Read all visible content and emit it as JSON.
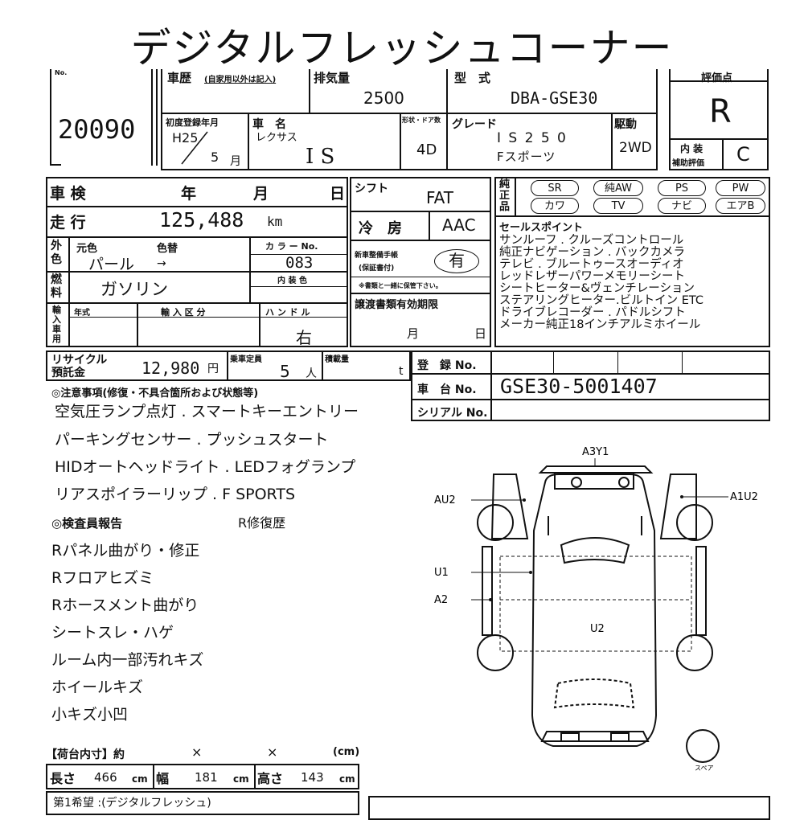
{
  "header": {
    "title": "デジタルフレッシュコーナー",
    "no_label": "No.",
    "lot_number": "20090",
    "eval_label": "評価点",
    "eval_score": "R"
  },
  "row1": {
    "history_label": "車歴",
    "history_note": "(自家用以外は記入)",
    "displacement_label": "排気量",
    "displacement": "2500",
    "model_label": "型　式",
    "model": "DBA-GSE30"
  },
  "row2": {
    "first_reg_label": "初度登録年月",
    "first_reg_year": "H25",
    "first_reg_month": "5",
    "month_unit": "月",
    "name_label": "車　名",
    "maker": "レクサス",
    "name": "I S",
    "shape_label": "形状・ドア数",
    "doors": "4D",
    "grade_label": "グレード",
    "grade_1": "I S 2 5 0",
    "grade_2": "Fスポーツ",
    "drive_label": "駆動",
    "drive": "2WD",
    "interior_label": "内 装",
    "interior_sub": "補助評価",
    "interior_score": "C"
  },
  "inspection": {
    "label": "車 検",
    "year": "年",
    "month": "月",
    "day": "日"
  },
  "mileage": {
    "label": "走 行",
    "value": "125,488",
    "unit": "km"
  },
  "color": {
    "side_label": "外色",
    "orig_label": "元色",
    "change_label": "色替",
    "orig": "パール",
    "arrow": "→",
    "code_label": "カ ラ ー No.",
    "code": "083"
  },
  "fuel": {
    "side_label": "燃料",
    "value": "ガソリン",
    "interior_color_label": "内 装 色"
  },
  "import": {
    "side_label": "輸入車用",
    "year_label": "年式",
    "class_label": "輸 入 区 分",
    "handle_label": "ハ ン ド ル",
    "handle": "右"
  },
  "shift": {
    "label": "シフト",
    "value": "FAT"
  },
  "ac": {
    "label": "冷　房",
    "value": "AAC"
  },
  "manual": {
    "label_1": "新車整備手帳",
    "label_2": "(保証書付)",
    "value": "有",
    "note": "※書類と一緒に保管下さい。"
  },
  "transfer": {
    "label": "譲渡書類有効期限",
    "month": "月",
    "day": "日"
  },
  "options": {
    "side_label": "純正品",
    "items": [
      "SR",
      "純AW",
      "PS",
      "PW",
      "カワ",
      "TV",
      "ナビ",
      "エアB"
    ]
  },
  "sales": {
    "label": "セールスポイント",
    "lines": [
      "サンルーフ . クルーズコントロール",
      "純正ナビゲーション . バックカメラ",
      "テレビ . ブルートゥースオーディオ",
      "レッドレザーパワーメモリーシート",
      "シートヒーター&ヴェンチレーション",
      "ステアリングヒーター.ビルトイン ETC",
      "ドライブレコーダー . パドルシフト",
      "メーカー純正18インチアルミホイール"
    ]
  },
  "recycle": {
    "label_1": "リサイクル",
    "label_2": "預託金",
    "value": "12,980",
    "unit": "円",
    "capacity_label": "乗車定員",
    "capacity": "5",
    "capacity_unit": "人",
    "load_label": "積載量",
    "load_unit": "t"
  },
  "reg": {
    "reg_label": "登　録 No.",
    "chassis_label": "車　台 No.",
    "chassis": "GSE30-5001407",
    "serial_label": "シリアル No."
  },
  "notes": {
    "label": "◎注意事項(修復・不具合箇所および状態等)",
    "lines": [
      "空気圧ランプ点灯 . スマートキーエントリー",
      "パーキングセンサー . プッシュスタート",
      "HIDオートヘッドライト . LEDフォグランプ",
      "リアスポイラーリップ . F SPORTS"
    ]
  },
  "inspector": {
    "label": "◎検査員報告",
    "repair": "R修復歴",
    "lines": [
      "Rパネル曲がり・修正",
      "Rフロアヒズミ",
      "Rホースメント曲がり",
      "シートスレ・ハゲ",
      "ルーム内一部汚れキズ",
      "ホイールキズ",
      "小キズ小凹"
    ]
  },
  "cargo": {
    "label": "【荷台内寸】約",
    "x1": "×",
    "x2": "×",
    "unit": "(cm)",
    "len_label": "長さ",
    "len": "466",
    "wid_label": "幅",
    "wid": "181",
    "hgt_label": "高さ",
    "hgt": "143",
    "cm": "cm"
  },
  "footer": {
    "text": "第1希望 :(デジタルフレッシュ)"
  },
  "diagram": {
    "a3y1": "A3Y1",
    "au2": "AU2",
    "a1u2": "A1U2",
    "u1": "U1",
    "a2": "A2",
    "u2": "U2",
    "spare": "スペア"
  }
}
